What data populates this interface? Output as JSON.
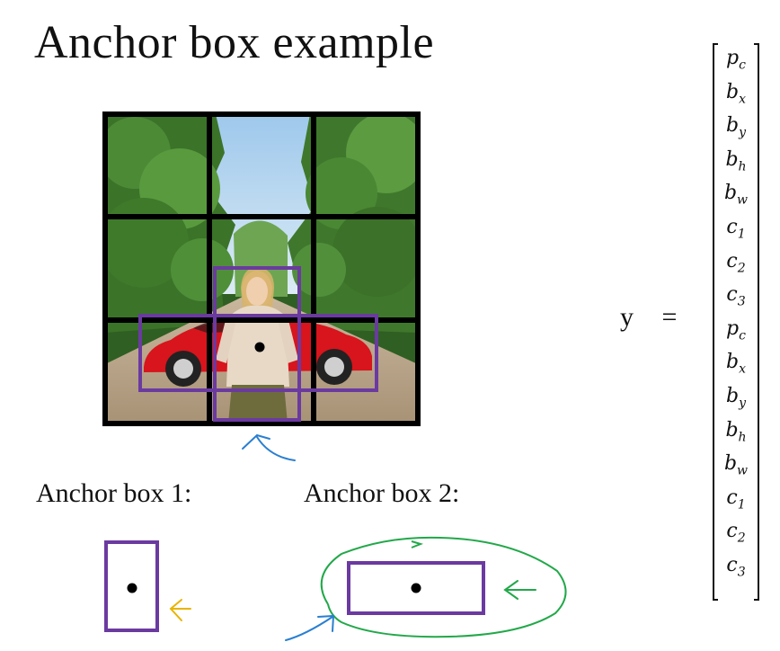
{
  "title": "Anchor box example",
  "anchor_box_1_label": "Anchor box 1:",
  "anchor_box_2_label": "Anchor box 2:",
  "y_lhs": "y",
  "y_equals": "=",
  "vector": [
    {
      "base": "p",
      "sub": "c"
    },
    {
      "base": "b",
      "sub": "x"
    },
    {
      "base": "b",
      "sub": "y"
    },
    {
      "base": "b",
      "sub": "h"
    },
    {
      "base": "b",
      "sub": "w"
    },
    {
      "base": "c",
      "sub": "1"
    },
    {
      "base": "c",
      "sub": "2"
    },
    {
      "base": "c",
      "sub": "3"
    },
    {
      "base": "p",
      "sub": "c"
    },
    {
      "base": "b",
      "sub": "x"
    },
    {
      "base": "b",
      "sub": "y"
    },
    {
      "base": "b",
      "sub": "h"
    },
    {
      "base": "b",
      "sub": "w"
    },
    {
      "base": "c",
      "sub": "1"
    },
    {
      "base": "c",
      "sub": "2"
    },
    {
      "base": "c",
      "sub": "3"
    }
  ],
  "colors": {
    "anchor_box": "#6b3aa0",
    "grid": "#000000",
    "annotation_blue": "#2a7fd1",
    "annotation_green": "#22a84a",
    "annotation_yellow": "#e8b400",
    "car": "#d8141c",
    "foliage": "#3e7a2c",
    "sky": "#bcd9f0",
    "road": "#b9a58c"
  }
}
